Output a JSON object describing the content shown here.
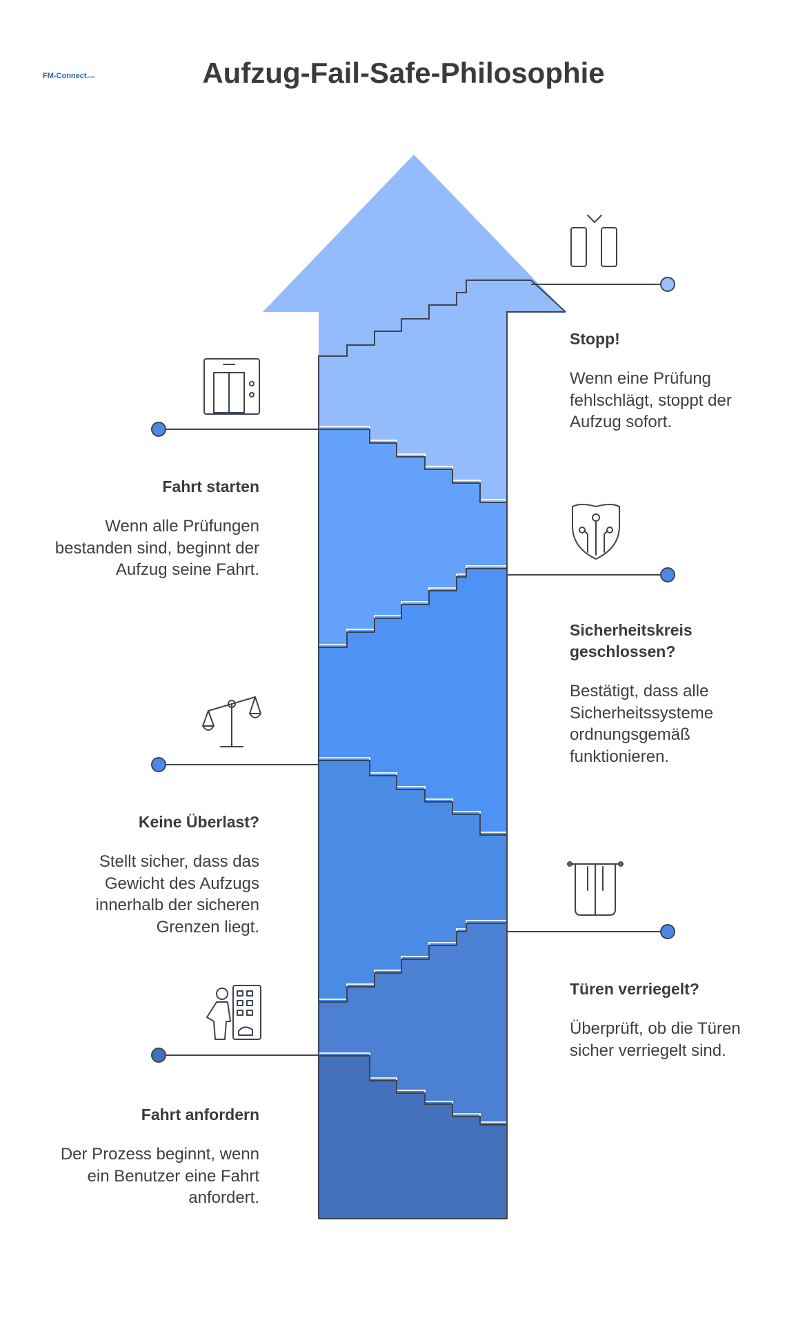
{
  "title": "Aufzug-Fail-Safe-Philosophie",
  "logo": {
    "text": "FM-Connect",
    "suffix": ".com"
  },
  "steps": [
    {
      "id": "stopp",
      "heading": "Stopp!",
      "text": "Wenn eine Prüfung fehlschlägt, stoppt der Aufzug sofort.",
      "icon": "stop-door-icon",
      "side": "right"
    },
    {
      "id": "fahrt-starten",
      "heading": "Fahrt starten",
      "text": "Wenn alle Prüfungen bestanden sind, beginnt der Aufzug seine Fahrt.",
      "icon": "elevator-icon",
      "side": "left"
    },
    {
      "id": "sicherheitskreis",
      "heading": "Sicherheitskreis geschlossen?",
      "text": "Bestätigt, dass alle Sicherheitssysteme ordnungsgemäß funktionieren.",
      "icon": "shield-circuit-icon",
      "side": "right"
    },
    {
      "id": "ueberlast",
      "heading": "Keine Überlast?",
      "text": "Stellt sicher, dass das Gewicht des Aufzugs innerhalb der sicheren Grenzen liegt.",
      "icon": "scale-icon",
      "side": "left"
    },
    {
      "id": "tueren",
      "heading": "Türen verriegelt?",
      "text": "Überprüft, ob die Türen sicher verriegelt sind.",
      "icon": "door-lock-icon",
      "side": "right"
    },
    {
      "id": "fahrt-anfordern",
      "heading": "Fahrt anfordern",
      "text": "Der Prozess beginnt, wenn ein Benutzer eine Fahrt anfordert.",
      "icon": "user-request-icon",
      "side": "left"
    }
  ],
  "colors": {
    "segment_1": "#4371bb",
    "segment_2": "#4c80d2",
    "segment_3": "#4a8be6",
    "segment_4": "#4e92f6",
    "segment_5": "#63a1fb",
    "segment_6": "#94bbfb",
    "line": "#3d4452",
    "dot_dark": "#4471bc",
    "dot_mid": "#4e88e6",
    "dot_light": "#9bc0fb"
  }
}
